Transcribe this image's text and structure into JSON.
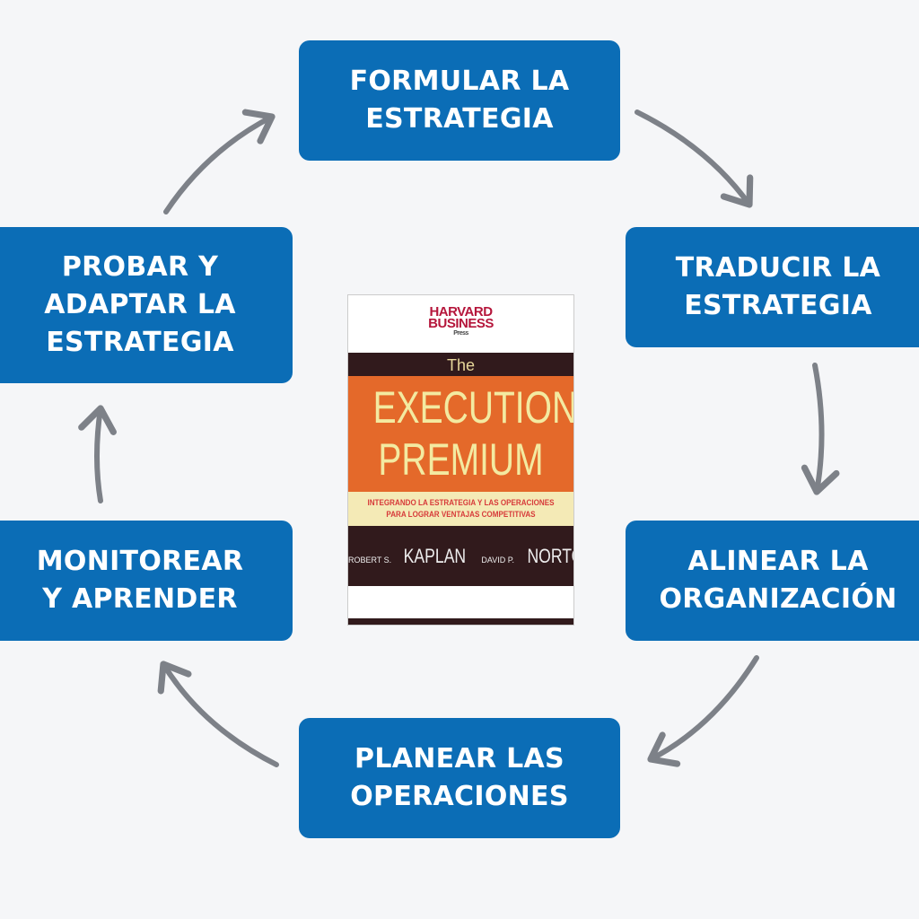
{
  "steps": [
    {
      "line1": "FORMULAR LA",
      "line2": "ESTRATEGIA"
    },
    {
      "line1": "TRADUCIR LA",
      "line2": "ESTRATEGIA"
    },
    {
      "line1": "ALINEAR LA",
      "line2": "ORGANIZACIÓN"
    },
    {
      "line1": "PLANEAR LAS",
      "line2": "OPERACIONES"
    },
    {
      "line1": "MONITOREAR",
      "line2": "Y APRENDER"
    },
    {
      "line1": "PROBAR Y",
      "line2": "ADAPTAR LA",
      "line3": "ESTRATEGIA"
    }
  ],
  "book": {
    "publisher1": "HARVARD",
    "publisher2": "BUSINESS",
    "publisher3": "Press",
    "the": "The",
    "title1": "EXECUTION",
    "title2": "PREMIUM",
    "subtitle1": "INTEGRANDO LA ESTRATEGIA Y LAS OPERACIONES",
    "subtitle2": "PARA LOGRAR VENTAJAS COMPETITIVAS",
    "author1_first": "ROBERT S.",
    "author1_last": "KAPLAN",
    "author2_first": "DAVID P.",
    "author2_last": "NORTON"
  },
  "colors": {
    "box": "#0b6db6",
    "arrow": "#7d8188",
    "background": "#f5f6f8"
  }
}
